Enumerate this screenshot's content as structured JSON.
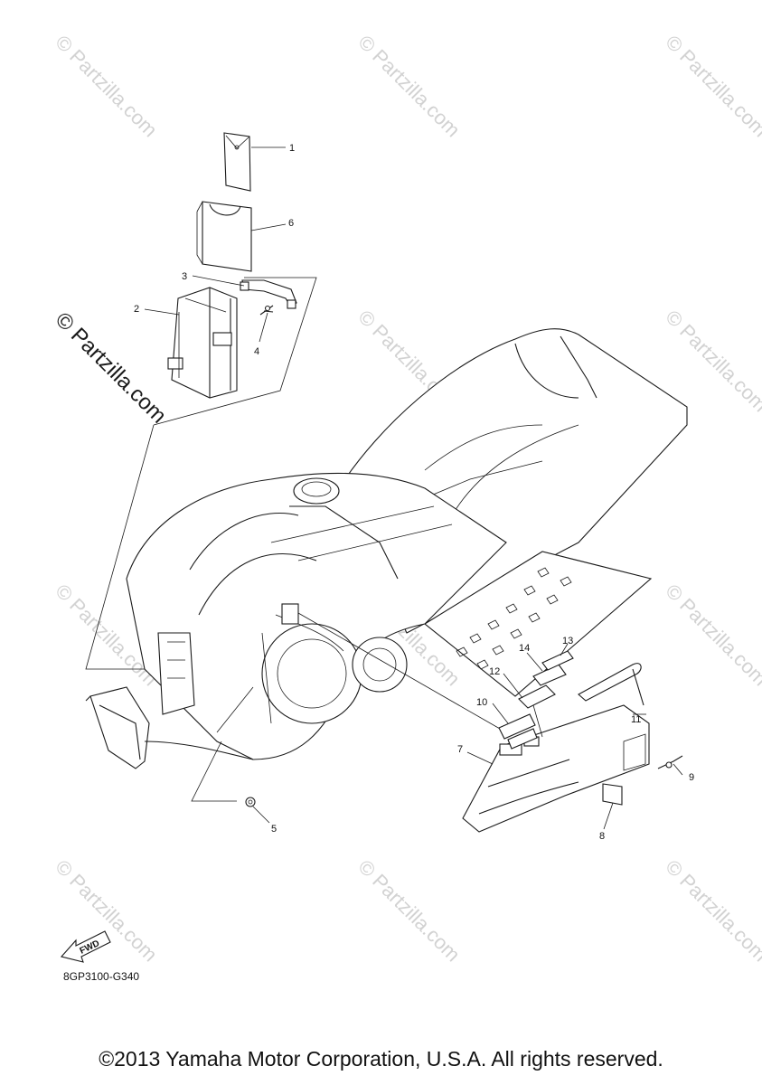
{
  "diagram": {
    "drawing_code": "8GP3100-G340",
    "fwd_label": "FWD",
    "callouts": [
      {
        "id": "callout-1",
        "label": "1"
      },
      {
        "id": "callout-2",
        "label": "2"
      },
      {
        "id": "callout-3",
        "label": "3"
      },
      {
        "id": "callout-4",
        "label": "4"
      },
      {
        "id": "callout-5",
        "label": "5"
      },
      {
        "id": "callout-6",
        "label": "6"
      },
      {
        "id": "callout-7",
        "label": "7"
      },
      {
        "id": "callout-8",
        "label": "8"
      },
      {
        "id": "callout-9",
        "label": "9"
      },
      {
        "id": "callout-10",
        "label": "10"
      },
      {
        "id": "callout-11",
        "label": "11"
      },
      {
        "id": "callout-12",
        "label": "12"
      },
      {
        "id": "callout-13",
        "label": "13"
      },
      {
        "id": "callout-14",
        "label": "14"
      }
    ]
  },
  "watermark": {
    "small_text": "© Partzilla.com",
    "large_text": "© Partzilla.com",
    "color": "#d2d2d2"
  },
  "footer": {
    "copyright": "©2013 Yamaha Motor Corporation, U.S.A. All rights reserved."
  }
}
